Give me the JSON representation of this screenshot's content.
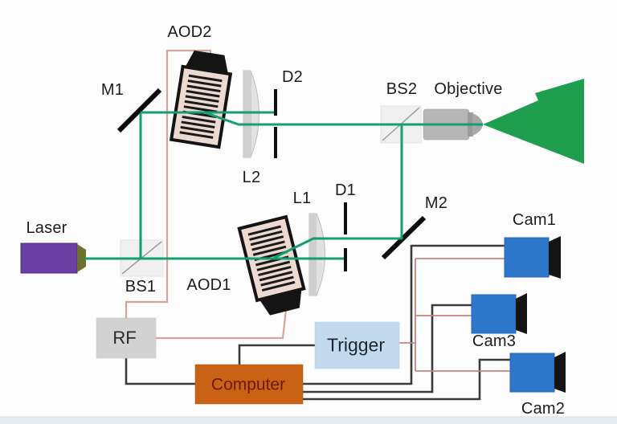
{
  "diagram": {
    "labels": {
      "aod2": "AOD2",
      "m1": "M1",
      "d2": "D2",
      "l2": "L2",
      "bs2": "BS2",
      "objective": "Objective",
      "l1": "L1",
      "d1": "D1",
      "m2": "M2",
      "laser": "Laser",
      "bs1": "BS1",
      "aod1": "AOD1",
      "rf": "RF",
      "computer": "Computer",
      "trigger": "Trigger",
      "cam1": "Cam1",
      "cam2": "Cam2",
      "cam3": "Cam3"
    },
    "colors": {
      "beam": "#149e74",
      "cone": "#1f9e4e",
      "laser_body": "#6a3ea2",
      "laser_tip": "#6d7030",
      "aod_fill": "#ecd9d1",
      "rf_box": "#d2d2d2",
      "computer_box": "#c96214",
      "computer_text": "#6b1a02",
      "trigger_box": "#c3daee",
      "trigger_text": "#1c2733",
      "camera_body": "#2e76c9",
      "wire_black": "#3b3b3b",
      "wire_pink_rf": "#d4a49c",
      "wire_pink_trigger": "#c9837b"
    }
  }
}
